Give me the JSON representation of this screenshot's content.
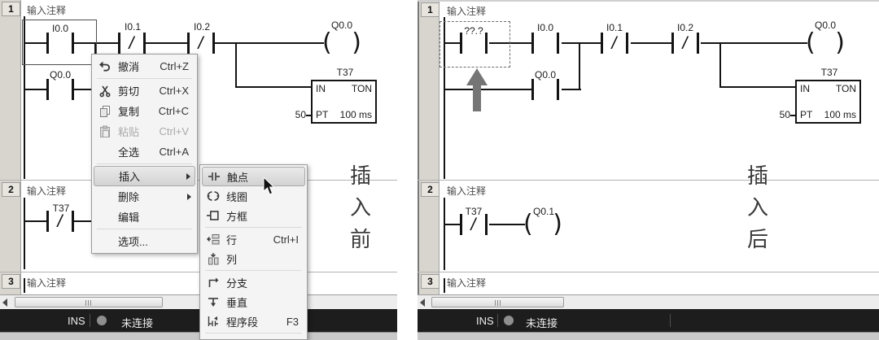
{
  "statusbar": {
    "mode": "INS",
    "connection": "未连接"
  },
  "symbols": {
    "nc": "/",
    "coil_open": "(",
    "coil_close": ")"
  },
  "timer": {
    "name": "T37",
    "in_label": "IN",
    "type_label": "TON",
    "pt_label": "PT",
    "preset": "50",
    "time_base": "100 ms"
  },
  "colors": {
    "statusbar_bg": "#1d1d1d",
    "arrow_gray": "#757575",
    "menu_highlight": "#d8d8d8",
    "panel_bg": "#ffffff"
  },
  "panels": {
    "before": {
      "caption": "插\n入\n前",
      "networks": [
        {
          "number": "1",
          "comment": "输入注释"
        },
        {
          "number": "2",
          "comment": "输入注释"
        },
        {
          "number": "3",
          "comment": "输入注释"
        }
      ],
      "net1": {
        "c1": "I0.0",
        "c2": "I0.1",
        "c3": "I0.2",
        "branch": "Q0.0",
        "coil": "Q0.0"
      },
      "net2": {
        "contact": "T37"
      }
    },
    "after": {
      "caption": "插\n入\n后",
      "networks": [
        {
          "number": "1",
          "comment": "输入注释"
        },
        {
          "number": "2",
          "comment": "输入注释"
        },
        {
          "number": "3",
          "comment": "输入注释"
        }
      ],
      "net1": {
        "newc": "??.?",
        "c1": "I0.0",
        "c2": "I0.1",
        "c3": "I0.2",
        "branch": "Q0.0",
        "coil": "Q0.0"
      },
      "net2": {
        "contact": "T37",
        "coil": "Q0.1"
      }
    }
  },
  "context_menu": {
    "items": [
      {
        "label": "撤消",
        "shortcut": "Ctrl+Z"
      },
      {
        "label": "剪切",
        "shortcut": "Ctrl+X"
      },
      {
        "label": "复制",
        "shortcut": "Ctrl+C"
      },
      {
        "label": "粘贴",
        "shortcut": "Ctrl+V"
      },
      {
        "label": "全选",
        "shortcut": "Ctrl+A"
      },
      {
        "label": "插入"
      },
      {
        "label": "删除"
      },
      {
        "label": "编辑"
      },
      {
        "label": "选项..."
      }
    ]
  },
  "insert_submenu": {
    "items": [
      {
        "label": "触点"
      },
      {
        "label": "线圈"
      },
      {
        "label": "方框"
      },
      {
        "label": "行",
        "shortcut": "Ctrl+I"
      },
      {
        "label": "列"
      },
      {
        "label": "分支"
      },
      {
        "label": "垂直"
      },
      {
        "label": "程序段",
        "shortcut": "F3"
      }
    ]
  }
}
